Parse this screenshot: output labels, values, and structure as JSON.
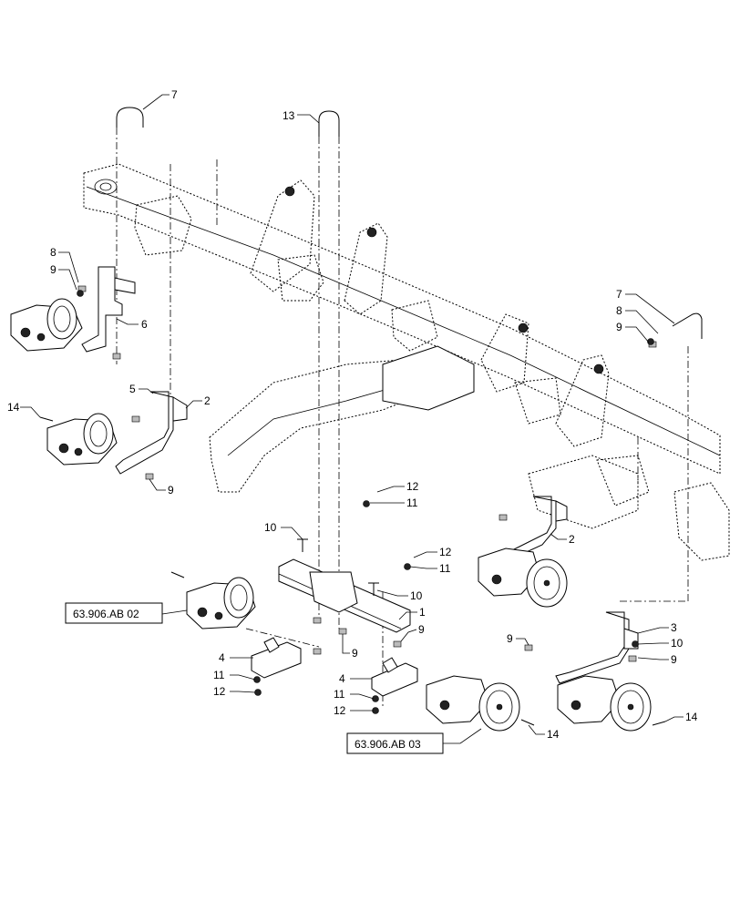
{
  "callouts": {
    "c7a": "7",
    "c13": "13",
    "c8a": "8",
    "c9a": "9",
    "c6": "6",
    "c7b": "7",
    "c8b": "8",
    "c9b": "9",
    "c5": "5",
    "c2a": "2",
    "c14a": "14",
    "c9c": "9",
    "c12a": "12",
    "c11a": "11",
    "c10a": "10",
    "c12b": "12",
    "c11b": "11",
    "c2b": "2",
    "c10b": "10",
    "c1": "1",
    "c9d": "9",
    "c9e": "9",
    "c3": "3",
    "c9f": "9",
    "c10c": "10",
    "c9g": "9",
    "c4a": "4",
    "c11c": "11",
    "c12c": "12",
    "c4b": "4",
    "c11d": "11",
    "c12d": "12",
    "c14b": "14",
    "c14c": "14"
  },
  "references": {
    "ref1": "63.906.AB 02",
    "ref2": "63.906.AB 03"
  }
}
